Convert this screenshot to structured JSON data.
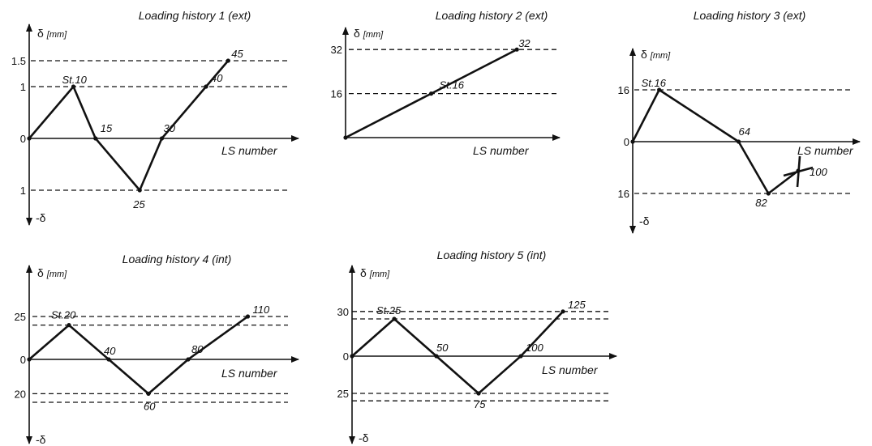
{
  "colors": {
    "ink": "#111111",
    "background": "#ffffff"
  },
  "chart_data": [
    {
      "type": "line",
      "title": "Loading history 1 (ext)",
      "ylabel": "δ",
      "yunit": "[mm]",
      "neg_label": "-δ",
      "xlabel": "LS number",
      "series": [
        {
          "x": [
            0,
            10,
            15,
            25,
            30,
            40,
            45
          ],
          "y": [
            0,
            1,
            0,
            -1,
            0,
            1,
            1.5
          ]
        }
      ],
      "point_labels": [
        {
          "x": 10,
          "y": 1,
          "text": "St.10"
        },
        {
          "x": 15,
          "y": 0,
          "text": "15"
        },
        {
          "x": 25,
          "y": -1,
          "text": "25"
        },
        {
          "x": 30,
          "y": 0,
          "text": "30"
        },
        {
          "x": 40,
          "y": 1,
          "text": "40"
        },
        {
          "x": 45,
          "y": 1.5,
          "text": "45"
        }
      ],
      "yticks": [
        {
          "value": 1.5,
          "label": "1.5"
        },
        {
          "value": 1,
          "label": "1"
        },
        {
          "value": 0,
          "label": "0"
        },
        {
          "value": -1,
          "label": "1"
        }
      ],
      "ref_lines": [
        1.5,
        1,
        -1
      ],
      "has_negative_axis": true
    },
    {
      "type": "line",
      "title": "Loading history 2 (ext)",
      "ylabel": "δ",
      "yunit": "[mm]",
      "xlabel": "LS number",
      "series": [
        {
          "x": [
            0,
            16,
            32
          ],
          "y": [
            0,
            16,
            32
          ]
        }
      ],
      "point_labels": [
        {
          "x": 16,
          "y": 16,
          "text": "St.16"
        },
        {
          "x": 32,
          "y": 32,
          "text": "32"
        }
      ],
      "yticks": [
        {
          "value": 32,
          "label": "32"
        },
        {
          "value": 16,
          "label": "16"
        }
      ],
      "ref_lines": [
        32,
        16
      ],
      "has_negative_axis": false
    },
    {
      "type": "line",
      "title": "Loading history 3 (ext)",
      "ylabel": "δ",
      "yunit": "[mm]",
      "neg_label": "-δ",
      "xlabel": "LS number",
      "series": [
        {
          "x": [
            0,
            16,
            64,
            82,
            100
          ],
          "y": [
            0,
            16,
            0,
            -16,
            -9
          ]
        }
      ],
      "point_labels": [
        {
          "x": 16,
          "y": 16,
          "text": "St.16"
        },
        {
          "x": 64,
          "y": 0,
          "text": "64"
        },
        {
          "x": 82,
          "y": -16,
          "text": "82"
        },
        {
          "x": 100,
          "y": -9,
          "text": "100"
        }
      ],
      "yticks": [
        {
          "value": 16,
          "label": "16"
        },
        {
          "value": 0,
          "label": "0"
        },
        {
          "value": -16,
          "label": "16"
        }
      ],
      "ref_lines": [
        16,
        -16
      ],
      "has_negative_axis": true,
      "failure_mark_at": {
        "x": 100,
        "y": -9
      }
    },
    {
      "type": "line",
      "title": "Loading history 4 (int)",
      "ylabel": "δ",
      "yunit": "[mm]",
      "neg_label": "-δ",
      "xlabel": "LS number",
      "series": [
        {
          "x": [
            0,
            20,
            40,
            60,
            80,
            110
          ],
          "y": [
            0,
            20,
            0,
            -20,
            0,
            25
          ]
        }
      ],
      "point_labels": [
        {
          "x": 20,
          "y": 20,
          "text": "St.20"
        },
        {
          "x": 40,
          "y": 0,
          "text": "40"
        },
        {
          "x": 60,
          "y": -20,
          "text": "60"
        },
        {
          "x": 80,
          "y": 0,
          "text": "80"
        },
        {
          "x": 110,
          "y": 25,
          "text": "110"
        }
      ],
      "yticks": [
        {
          "value": 25,
          "label": "25"
        },
        {
          "value": 0,
          "label": "0"
        },
        {
          "value": -20,
          "label": "20"
        }
      ],
      "ref_lines": [
        25,
        20,
        -20,
        -25
      ],
      "has_negative_axis": true
    },
    {
      "type": "line",
      "title": "Loading history 5 (int)",
      "ylabel": "δ",
      "yunit": "[mm]",
      "neg_label": "-δ",
      "xlabel": "LS number",
      "series": [
        {
          "x": [
            0,
            25,
            50,
            75,
            100,
            125
          ],
          "y": [
            0,
            25,
            0,
            -25,
            0,
            30
          ]
        }
      ],
      "point_labels": [
        {
          "x": 25,
          "y": 25,
          "text": "St.25"
        },
        {
          "x": 50,
          "y": 0,
          "text": "50"
        },
        {
          "x": 75,
          "y": -25,
          "text": "75"
        },
        {
          "x": 100,
          "y": 0,
          "text": "100"
        },
        {
          "x": 125,
          "y": 30,
          "text": "125"
        }
      ],
      "yticks": [
        {
          "value": 30,
          "label": "30"
        },
        {
          "value": 0,
          "label": "0"
        },
        {
          "value": -25,
          "label": "25"
        }
      ],
      "ref_lines": [
        30,
        25,
        -25,
        -30
      ],
      "has_negative_axis": true
    }
  ]
}
